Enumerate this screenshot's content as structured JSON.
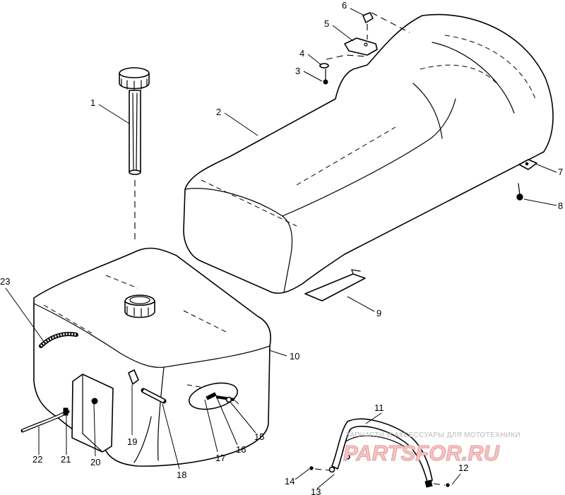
{
  "diagram": {
    "callouts": [
      "1",
      "2",
      "3",
      "4",
      "5",
      "6",
      "7",
      "8",
      "9",
      "10",
      "11",
      "12",
      "13",
      "14",
      "15",
      "16",
      "17",
      "18",
      "19",
      "20",
      "21",
      "22",
      "23"
    ]
  },
  "watermark": {
    "caption": "ЗАПЧАСТИ И АКСЕССУАРЫ ДЛЯ МОТОТЕХНИКИ",
    "logo": "PARTSFOR.RU",
    "logo_color": "#e88a8a"
  }
}
